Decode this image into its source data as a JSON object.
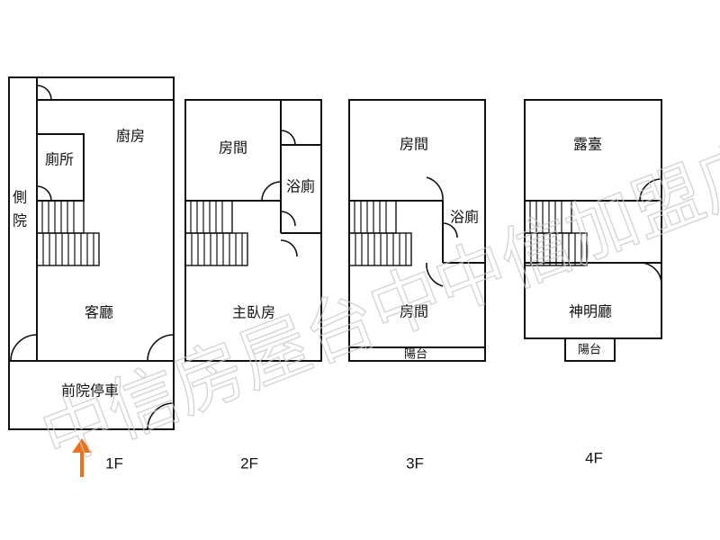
{
  "floors": [
    "1F",
    "2F",
    "3F",
    "4F"
  ],
  "floor1": {
    "kitchen": "廚房",
    "toilet": "廁所",
    "side_yard": "側院",
    "living": "客廳",
    "garage": "前院停車"
  },
  "floor2": {
    "room": "房間",
    "bath": "浴廁",
    "master": "主臥房"
  },
  "floor3": {
    "room_top": "房間",
    "bath": "浴廁",
    "room_bottom": "房間",
    "balcony": "陽台"
  },
  "floor4": {
    "terrace": "露臺",
    "shrine": "神明廳",
    "balcony": "陽台"
  },
  "watermark": "中信房屋台中中信加盟店",
  "colors": {
    "entrance_arrow": "#e8731a",
    "watermark": "#c8c8c8"
  }
}
